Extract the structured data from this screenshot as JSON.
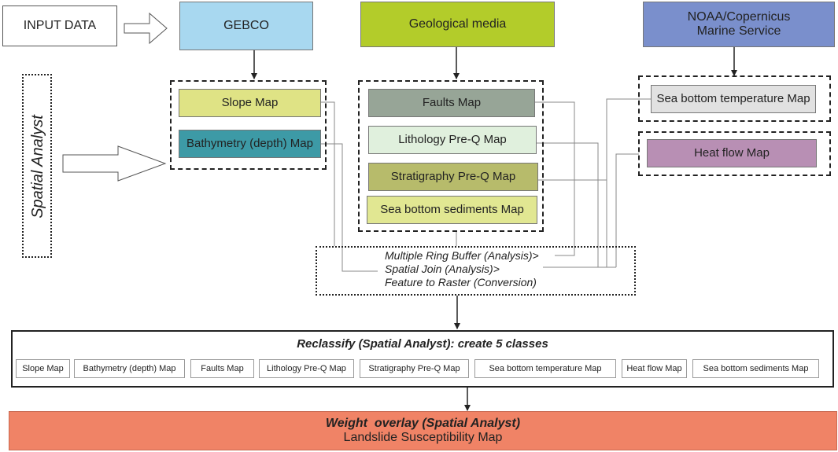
{
  "input": {
    "label": "INPUT DATA"
  },
  "sources": {
    "gebco": {
      "label": "GEBCO",
      "color": "#a8d8f0"
    },
    "geo": {
      "label": "Geological media",
      "color": "#b3cc2a"
    },
    "noaa": {
      "label_line1": "NOAA/Copernicus",
      "label_line2": "Marine Service",
      "color": "#7a8fcc"
    }
  },
  "spatial_analyst": {
    "label": "Spatial Analyst"
  },
  "maps": {
    "slope": {
      "label": "Slope Map",
      "color": "#dfe385"
    },
    "bathymetry": {
      "label": "Bathymetry (depth) Map",
      "color": "#3d9aa6"
    },
    "faults": {
      "label": "Faults Map",
      "color": "#97a597"
    },
    "lithology": {
      "label": "Lithology Pre-Q Map",
      "color": "#e0f0dd"
    },
    "stratigraphy": {
      "label": "Stratigraphy Pre-Q Map",
      "color": "#b7bb6b"
    },
    "sediments": {
      "label": "Sea bottom sediments Map",
      "color": "#e1e792"
    },
    "temperature": {
      "label": "Sea bottom temperature Map",
      "color": "#e1e1e1"
    },
    "heatflow": {
      "label": "Heat flow Map",
      "color": "#b88fb4"
    }
  },
  "tools": {
    "line1": "Multiple Ring Buffer (Analysis)>",
    "line2": "Spatial Join (Analysis)>",
    "line3": "Feature to Raster (Conversion)"
  },
  "reclassify": {
    "title": "Reclassify (Spatial Analyst): create 5 classes",
    "items": [
      "Slope Map",
      "Bathymetry (depth) Map",
      "Faults Map",
      "Lithology Pre-Q Map",
      "Stratigraphy Pre-Q Map",
      "Sea bottom temperature Map",
      "Heat flow Map",
      "Sea bottom sediments Map"
    ]
  },
  "overlay": {
    "title": "Weight  overlay (Spatial Analyst)",
    "subtitle": "Landslide Susceptibility Map",
    "color": "#f08366"
  }
}
